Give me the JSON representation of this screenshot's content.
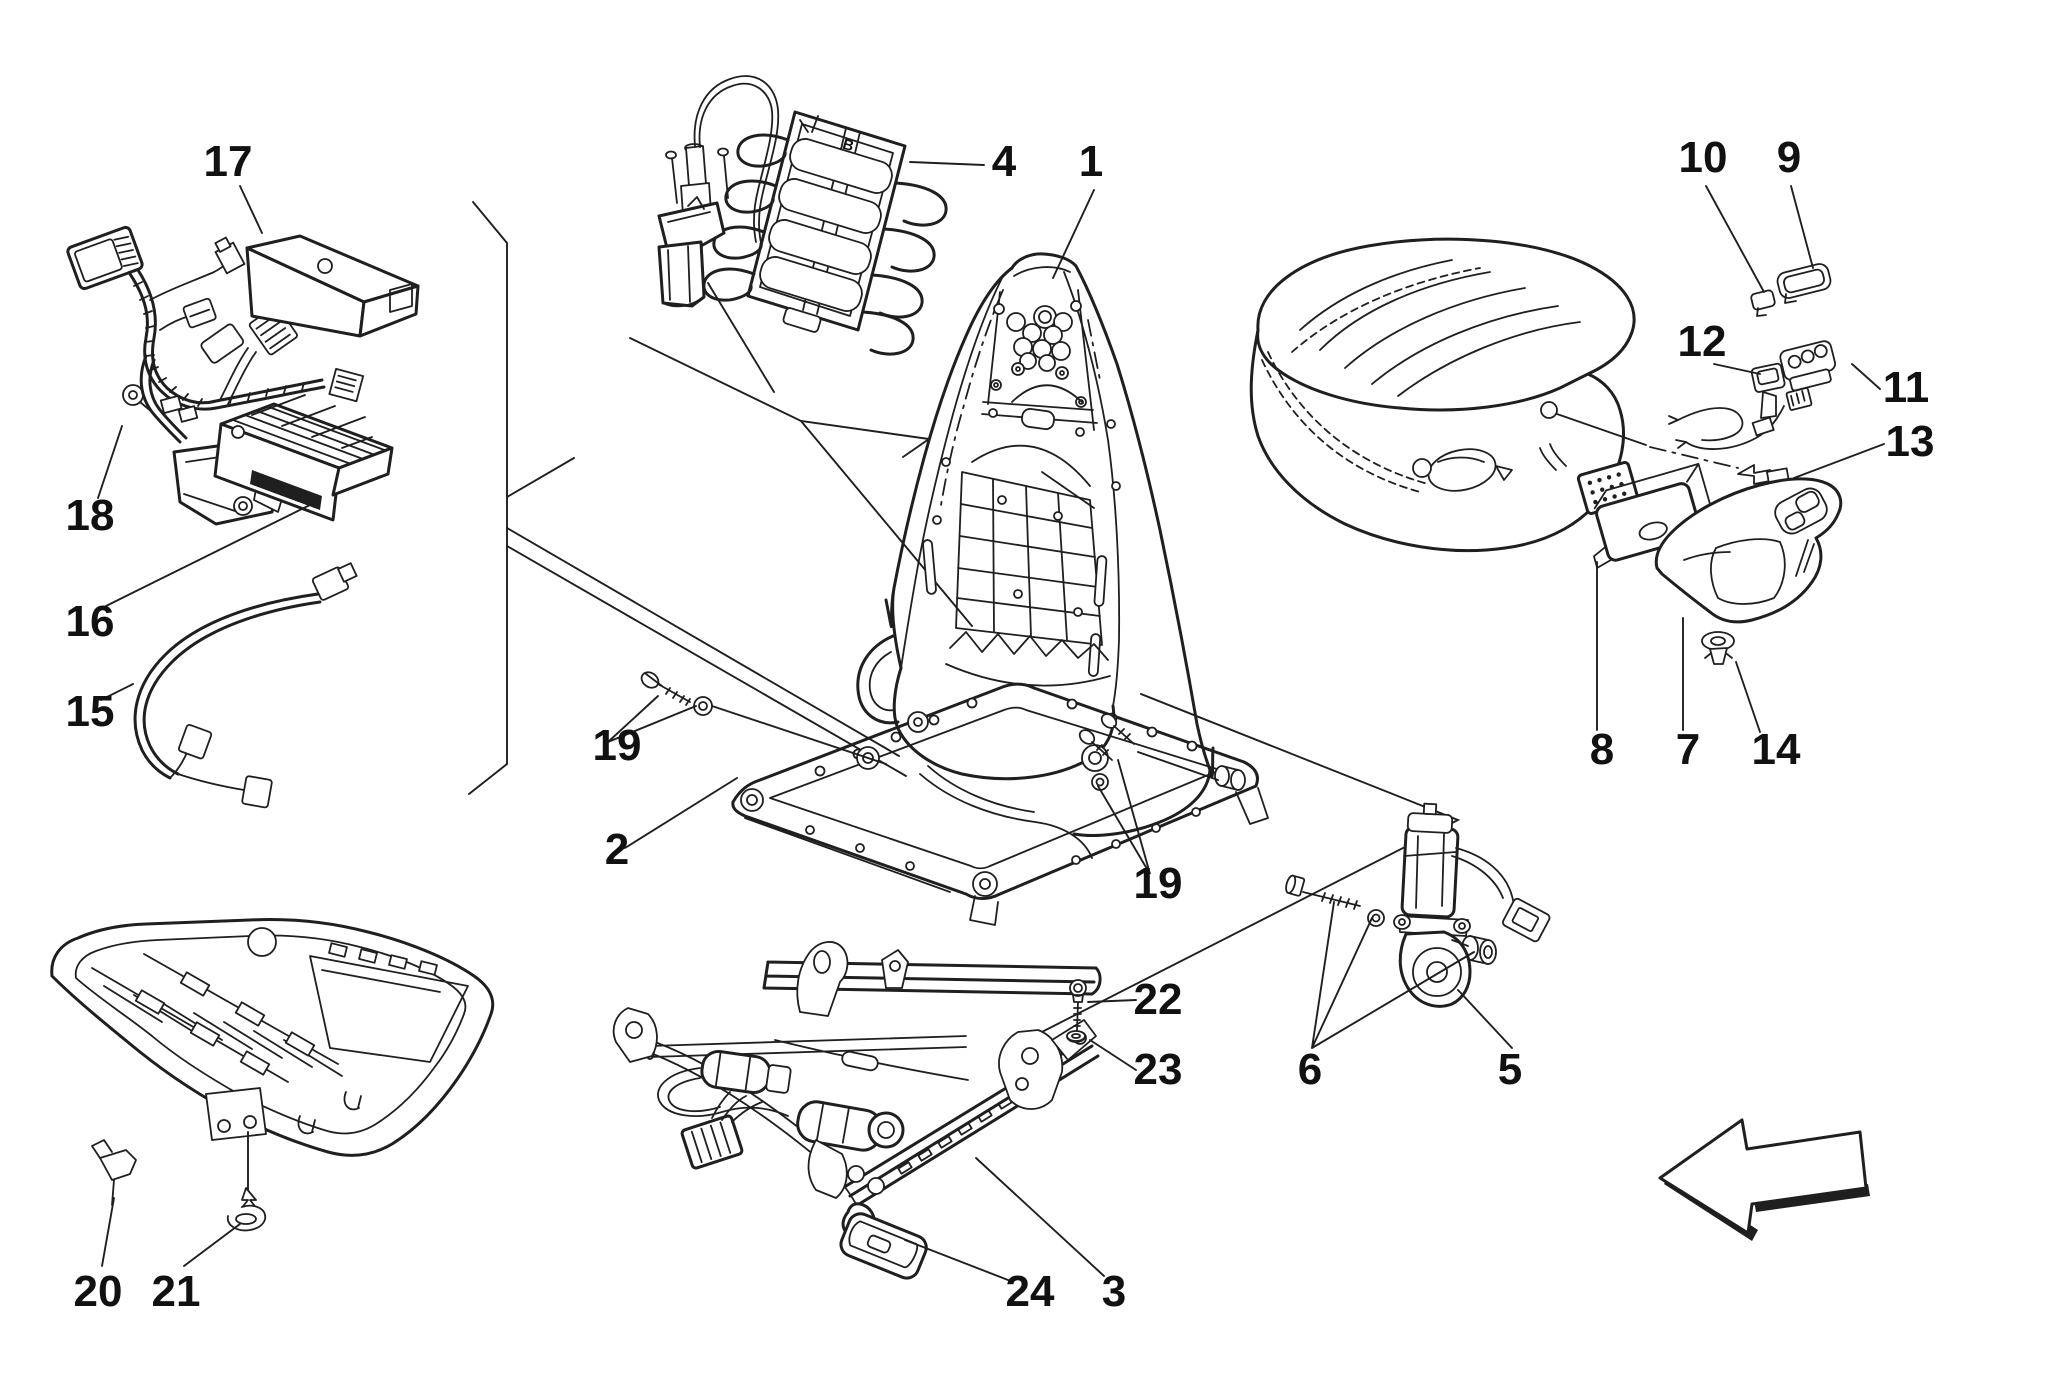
{
  "figure": {
    "kind": "exploded-parts-diagram",
    "subject": "vehicle front seat assembly",
    "background_color": "#ffffff",
    "line_color": "#1f1f1f",
    "panel_marking": "B"
  },
  "callouts": [
    {
      "num": "1",
      "part": "backrest-frame"
    },
    {
      "num": "2",
      "part": "seat-base-frame"
    },
    {
      "num": "3",
      "part": "seat-rail-assembly"
    },
    {
      "num": "4",
      "part": "lumbar-support-and-motor"
    },
    {
      "num": "5",
      "part": "height-actuator-motor"
    },
    {
      "num": "6",
      "part": "actuator-bolt-washer-bushing"
    },
    {
      "num": "7",
      "part": "side-trim-panel"
    },
    {
      "num": "8",
      "part": "seat-control-module"
    },
    {
      "num": "9",
      "part": "switch-cap"
    },
    {
      "num": "10",
      "part": "switch-button"
    },
    {
      "num": "11",
      "part": "seat-adjust-switch"
    },
    {
      "num": "12",
      "part": "lumbar-switch"
    },
    {
      "num": "13",
      "part": "retaining-clip"
    },
    {
      "num": "14",
      "part": "push-pin-clip"
    },
    {
      "num": "15",
      "part": "link-cable"
    },
    {
      "num": "16",
      "part": "electronic-control-unit"
    },
    {
      "num": "17",
      "part": "ecu-cover"
    },
    {
      "num": "18",
      "part": "seat-wiring-harness"
    },
    {
      "num": "19",
      "part": "screw-and-washer-front"
    },
    {
      "num": "19",
      "part": "screw-and-washer-rear"
    },
    {
      "num": "20",
      "part": "harness-clip"
    },
    {
      "num": "21",
      "part": "push-clip"
    },
    {
      "num": "22",
      "part": "screw"
    },
    {
      "num": "23",
      "part": "washer"
    },
    {
      "num": "24",
      "part": "rail-end-cover"
    }
  ]
}
